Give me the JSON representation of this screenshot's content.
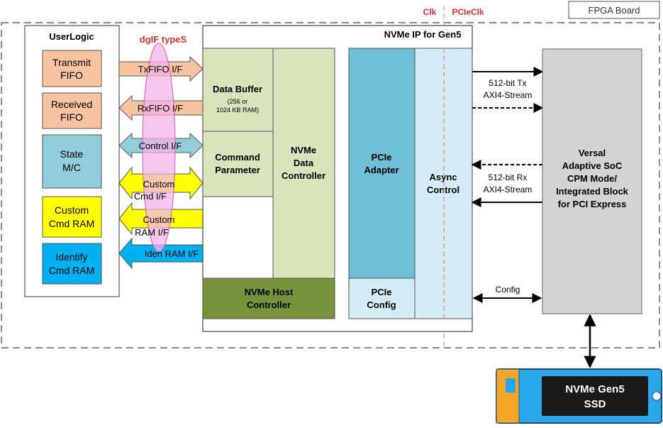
{
  "board": {
    "label": "FPGA Board"
  },
  "clock_domains": {
    "left": "Clk",
    "right": "PCIeClk"
  },
  "user_logic": {
    "title": "UserLogic",
    "blocks": {
      "tx_fifo": [
        "Transmit",
        "FIFO"
      ],
      "rx_fifo": [
        "Received",
        "FIFO"
      ],
      "state_mc": [
        "State",
        "M/C"
      ],
      "custom_cmd_ram": [
        "Custom",
        "Cmd RAM"
      ],
      "identify_cmd_ram": [
        "Identify",
        "Cmd RAM"
      ]
    }
  },
  "interface": {
    "title": "dgIF typeS",
    "txfifo": "TxFIFO I/F",
    "rxfifo": "RxFIFO I/F",
    "control": "Control I/F",
    "custom_cmd": [
      "Custom",
      "Cmd I/F"
    ],
    "custom_ram": [
      "Custom",
      "RAM I/F"
    ],
    "iden_ram": "Iden RAM I/F"
  },
  "nvme_ip": {
    "title": "NVMe IP for Gen5",
    "data_buffer": {
      "title": "Data Buffer",
      "note": [
        "(256 or",
        "1024 KB RAM)"
      ]
    },
    "command_parameter": [
      "Command",
      "Parameter"
    ],
    "data_controller": [
      "NVMe",
      "Data",
      "Controller"
    ],
    "host_controller": [
      "NVMe Host",
      "Controller"
    ],
    "pcie_adapter": [
      "PCIe",
      "Adapter"
    ],
    "pcie_config": [
      "PCIe",
      "Config"
    ],
    "async_control": [
      "Async",
      "Control"
    ]
  },
  "axi": {
    "tx": [
      "512-bit Tx",
      "AXI4-Stream"
    ],
    "rx": [
      "512-bit Rx",
      "AXI4-Stream"
    ],
    "config": "Config"
  },
  "versal": {
    "lines": [
      "Versal",
      "Adaptive SoC",
      "CPM Mode/",
      "Integrated Block",
      "for PCI Express"
    ]
  },
  "ssd": {
    "lines": [
      "NVMe Gen5",
      "SSD"
    ]
  },
  "colors": {
    "fifo_fill": "#f7c3a0",
    "state_fill": "#92cddc",
    "custom_fill": "#ffff00",
    "identify_fill": "#00b0f0",
    "nvme_green": "#d8e4bc",
    "host_green": "#77933c",
    "pcie_blue": "#6fbfd6",
    "async_blue": "#d4ecf5",
    "versal_gray": "#d3d3d3",
    "ellipse_pink": "#f4b3e8",
    "clock_red": "#e03030"
  }
}
